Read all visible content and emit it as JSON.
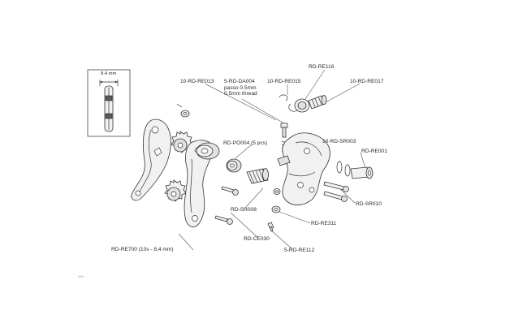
{
  "labels": {
    "width_dim": "8,4 mm",
    "re013": "10-RD-RE013",
    "da004": "5-RD-DA004\npasso 0.5mm\n0.5mm thread",
    "re015": "10-RD-RE015",
    "re116": "RD-RE116",
    "re017": "10-RD-RE017",
    "po004": "RD-PO004 (5 pcs)",
    "sr003": "10-RD-SR003",
    "re001": "RD-RE001",
    "sr008": "RD-SR008",
    "sr010": "RD-SR010",
    "re311": "RD-RE311",
    "ce030": "RD-CE030",
    "re112": "5-RD-RE112",
    "re700": "RD-RE700 (10s - 8,4 mm)",
    "footer": "xxx"
  }
}
